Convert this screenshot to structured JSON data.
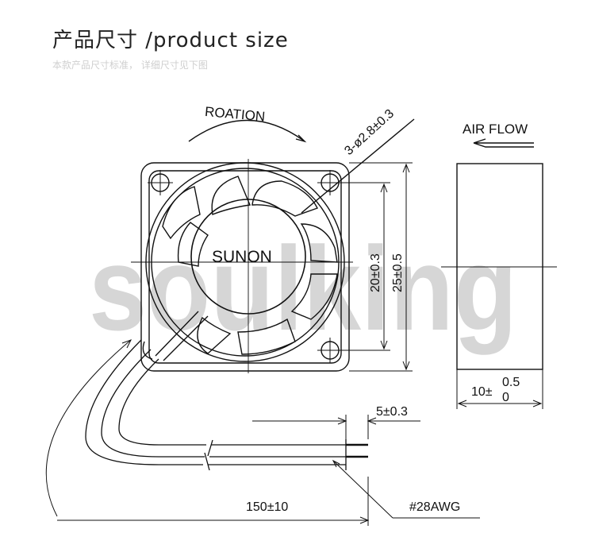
{
  "header": {
    "title": "产品尺寸 /product size",
    "subtitle": "本款产品尺寸标准， 详细尺寸见下图"
  },
  "watermark": "soulking",
  "labels": {
    "rotation": "ROATION",
    "brand": "SUNON",
    "holes": "3-ø2.8±0.3",
    "dim_inner": "20±0.3",
    "dim_outer": "25±0.5",
    "airflow": "AIR FLOW",
    "thickness_base": "10±",
    "thickness_plus": "0.5",
    "thickness_minus": "0",
    "lead_strip": "5±0.3",
    "cable_length": "150±10",
    "wire_gauge": "#28AWG"
  }
}
